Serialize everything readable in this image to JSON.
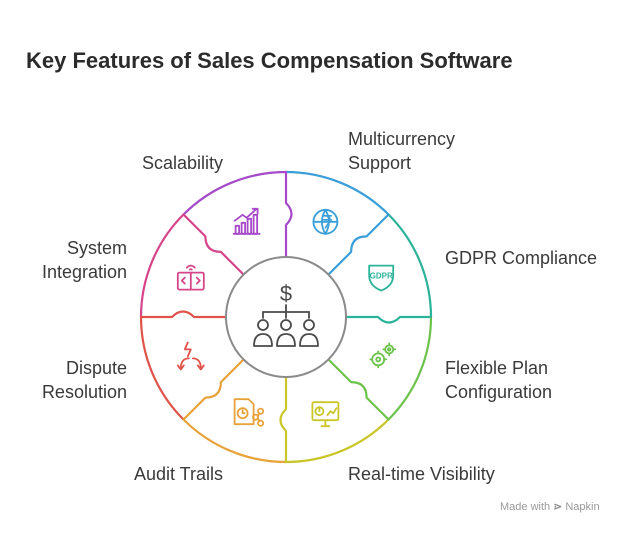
{
  "title": "Key Features of Sales Compensation Software",
  "features": [
    {
      "id": "multicurrency",
      "lines": [
        "Multicurrency",
        "Support"
      ],
      "color": "#3a9fd8",
      "icon": "rupee-globe-icon"
    },
    {
      "id": "gdpr",
      "lines": [
        "GDPR Compliance"
      ],
      "color": "#2bb39a",
      "icon": "gdpr-shield-icon"
    },
    {
      "id": "flexible",
      "lines": [
        "Flexible Plan",
        "Configuration"
      ],
      "color": "#6cc24a",
      "icon": "gears-icon"
    },
    {
      "id": "realtime",
      "lines": [
        "Real-time Visibility"
      ],
      "color": "#c9c62a",
      "icon": "dashboard-monitor-icon"
    },
    {
      "id": "audit",
      "lines": [
        "Audit Trails"
      ],
      "color": "#e8a23a",
      "icon": "document-share-icon"
    },
    {
      "id": "dispute",
      "lines": [
        "Dispute",
        "Resolution"
      ],
      "color": "#e0534a",
      "icon": "conflict-arrows-icon"
    },
    {
      "id": "integration",
      "lines": [
        "System",
        "Integration"
      ],
      "color": "#d6458a",
      "icon": "code-integration-icon"
    },
    {
      "id": "scalability",
      "lines": [
        "Scalability"
      ],
      "color": "#a64ac9",
      "icon": "growth-chart-icon"
    }
  ],
  "center_icon": "sales-team-dollar-icon",
  "center_dollar": "$",
  "gdpr_icon_text": "GDPR",
  "footer": {
    "made_with": "Made with",
    "brand": "Napkin"
  }
}
